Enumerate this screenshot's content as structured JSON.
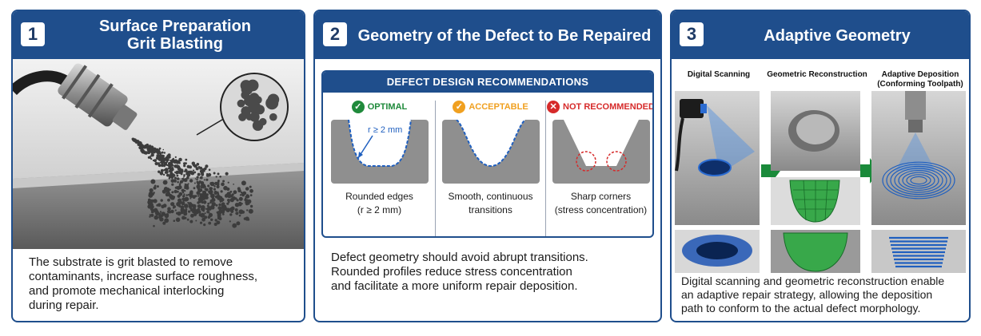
{
  "panels": [
    {
      "number": "1",
      "title_line1": "Surface Preparation",
      "title_line2": "Grit Blasting",
      "description": [
        "The substrate is grit blasted to remove",
        "contaminants, increase surface roughness,",
        "and promote mechanical interlocking",
        "during repair."
      ]
    },
    {
      "number": "2",
      "title": "Geometry of the Defect to Be Repaired",
      "recommendations_title": "DEFECT DESIGN RECOMMENDATIONS",
      "columns": [
        {
          "status": "OPTIMAL",
          "icon": "check-icon",
          "color": "#1f8a3b",
          "annotation": "r ≥ 2 mm",
          "caption": [
            "Rounded edges",
            "(r ≥ 2 mm)"
          ]
        },
        {
          "status": "ACCEPTABLE",
          "icon": "check-icon",
          "color": "#f0a020",
          "caption": [
            "Smooth, continuous",
            "transitions"
          ]
        },
        {
          "status": "NOT RECOMMENDED",
          "icon": "cross-icon",
          "color": "#d62a2a",
          "caption": [
            "Sharp corners",
            "(stress concentration)"
          ]
        }
      ],
      "description": [
        "Defect geometry should avoid abrupt transitions.",
        "Rounded profiles reduce stress concentration",
        "and facilitate a more uniform repair deposition."
      ]
    },
    {
      "number": "3",
      "title": "Adaptive Geometry",
      "steps": [
        "Digital Scanning",
        "Geometric Reconstruction",
        "Adaptive Deposition",
        "(Conforming Toolpath)"
      ],
      "description": [
        "Digital scanning and geometric reconstruction enable",
        "an adaptive repair strategy, allowing the deposition",
        "path to conform to the actual defect morphology."
      ]
    }
  ],
  "colors": {
    "header": "#1f4e8c",
    "optimal": "#1f8a3b",
    "acceptable": "#f0a020",
    "not_recommended": "#d62a2a",
    "profile_line": "#1f5fbf",
    "arrow": "#1a8a3a"
  }
}
